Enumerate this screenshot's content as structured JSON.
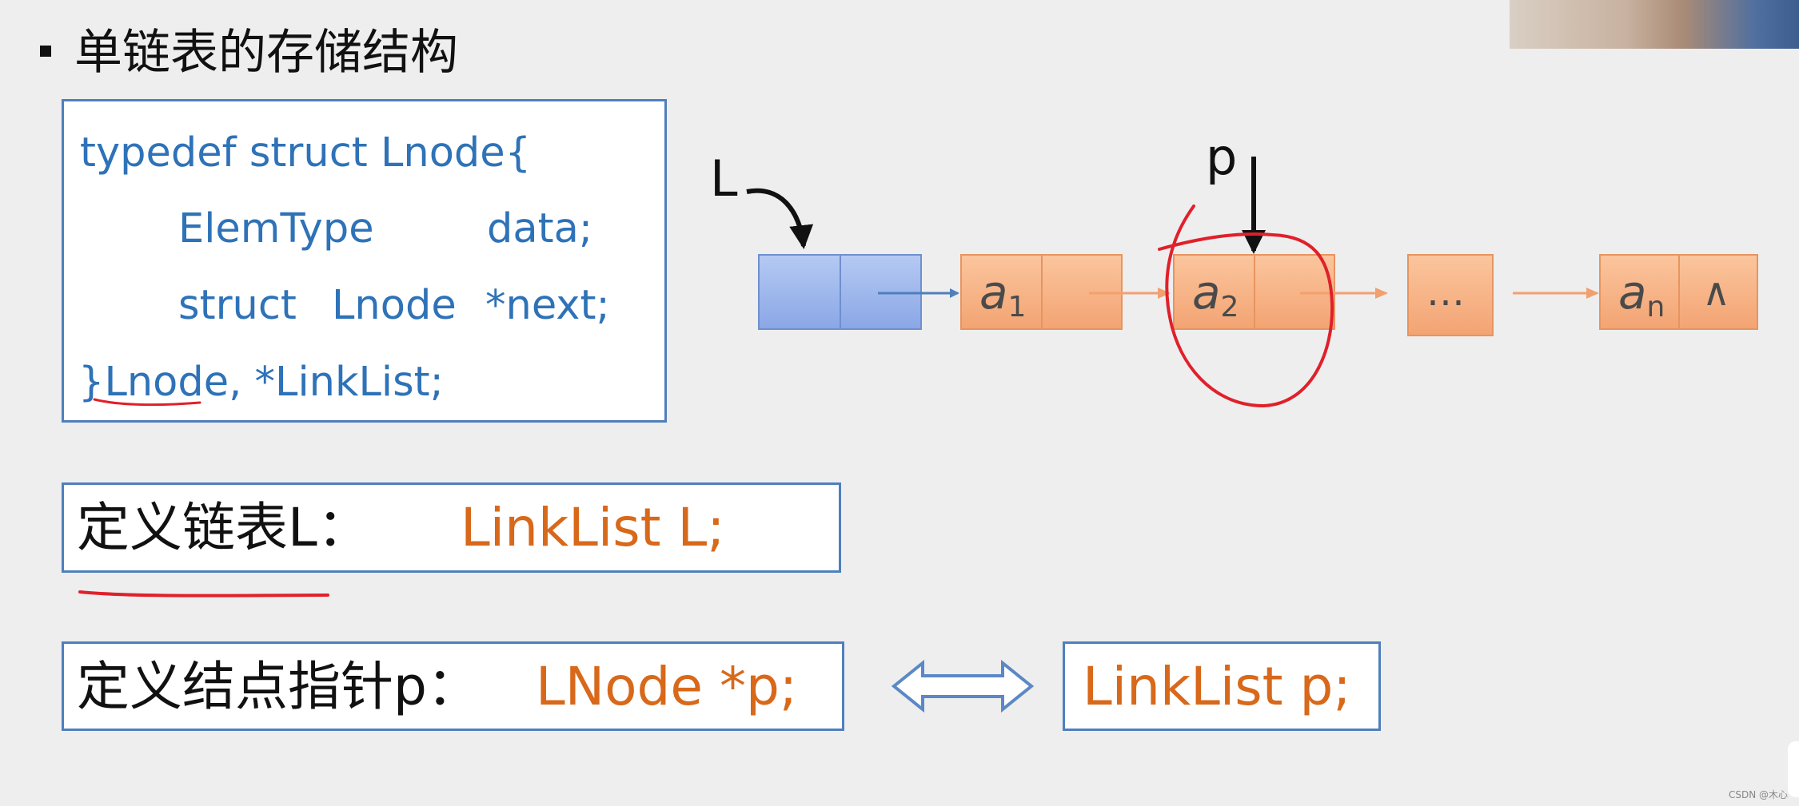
{
  "title": "单链表的存储结构",
  "code": {
    "line1": "typedef  struct  Lnode{",
    "line2_type": "ElemType",
    "line2_field": "data;",
    "line3_a": "struct",
    "line3_b": "Lnode",
    "line3_c": "*next;",
    "line4": "}Lnode, *LinkList;"
  },
  "def_list": {
    "label": "定义链表L：",
    "code": "LinkList L;"
  },
  "def_pointer": {
    "label": "定义结点指针p：",
    "code": "LNode *p;",
    "equivalent": "LinkList p;"
  },
  "diagram": {
    "head_label": "L",
    "pointer_label": "p",
    "nodes": [
      {
        "base": "a",
        "sub": "1"
      },
      {
        "base": "a",
        "sub": "2"
      },
      {
        "text": "…"
      },
      {
        "base": "a",
        "sub": "n",
        "terminator": "∧"
      }
    ]
  },
  "watermark": "CSDN @木心",
  "colors": {
    "code_blue": "#2e72b8",
    "box_border": "#4f7fbd",
    "orange": "#d8681a",
    "annotation_red": "#e0202a"
  }
}
